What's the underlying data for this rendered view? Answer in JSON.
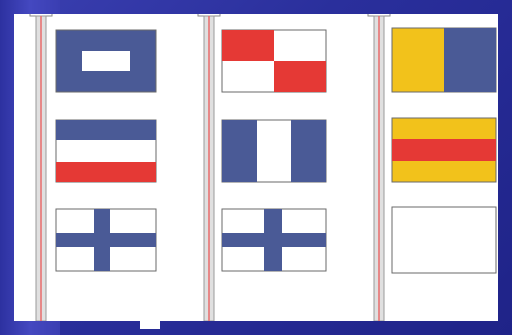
{
  "colors": {
    "navy": "#4a5a96",
    "red": "#e53935",
    "yellow": "#f2c21b",
    "white": "#ffffff",
    "pole_gray": "#d9d9d9",
    "pole_edge": "#9a9a9a",
    "pole_red": "#e86a6a"
  },
  "poles": [
    {
      "name": "left",
      "flags": [
        "navy-with-white-square",
        "blue-white-red-stripes",
        "white-with-blue-cross"
      ]
    },
    {
      "name": "middle",
      "flags": [
        "red-white-checks",
        "blue-white-blue-vertical",
        "white-with-blue-cross"
      ]
    },
    {
      "name": "right",
      "flags": [
        "yellow-navy-vertical-halves",
        "yellow-red-yellow-stripes",
        "plain-white"
      ]
    }
  ]
}
